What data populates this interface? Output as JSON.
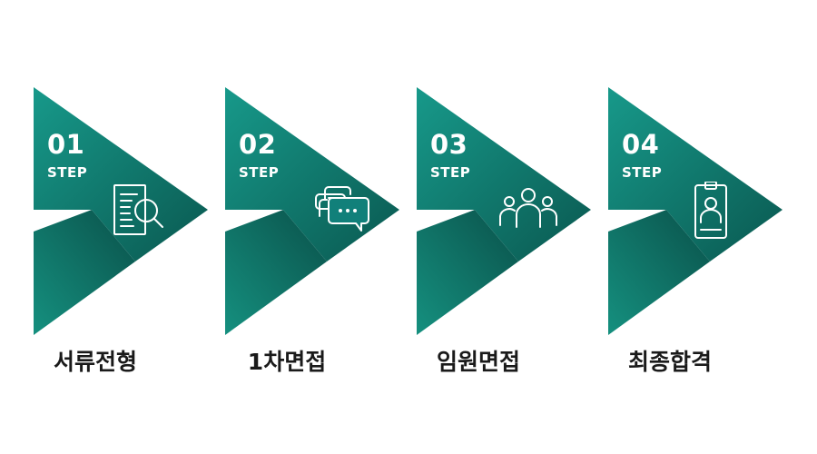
{
  "colors": {
    "primary": "#148f80",
    "primary_dark": "#0b5f57",
    "text": "#1a1a1a"
  },
  "steps": [
    {
      "number": "01",
      "label": "STEP",
      "title": "서류전형",
      "icon": "document-search-icon"
    },
    {
      "number": "02",
      "label": "STEP",
      "title": "1차면접",
      "icon": "chat-bubbles-icon"
    },
    {
      "number": "03",
      "label": "STEP",
      "title": "임원면접",
      "icon": "people-group-icon"
    },
    {
      "number": "04",
      "label": "STEP",
      "title": "최종합격",
      "icon": "id-badge-icon"
    }
  ]
}
